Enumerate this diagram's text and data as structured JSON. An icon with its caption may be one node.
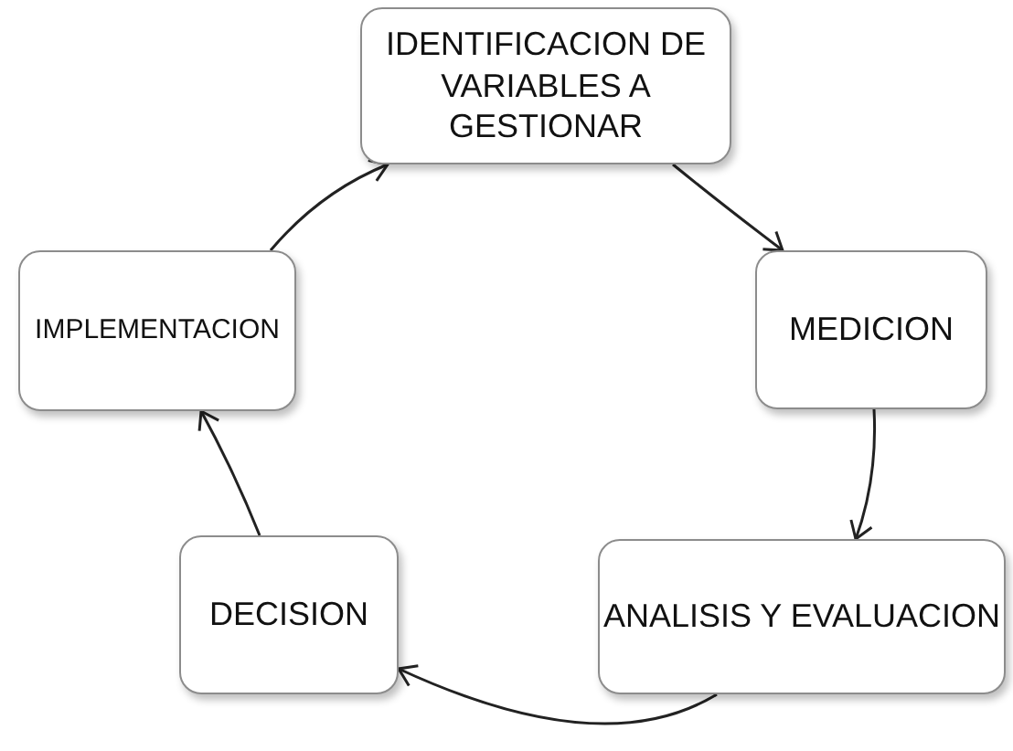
{
  "diagram": {
    "nodes": [
      {
        "text": [
          "IDENTIFICACION DE VARIABLES A GESTIONAR"
        ]
      },
      {
        "text": [
          "MEDICION"
        ]
      },
      {
        "text": [
          "ANALISIS Y EVALUACION"
        ]
      },
      {
        "text": [
          "DECISION"
        ]
      },
      {
        "text": [
          "IMPLEMENTACION"
        ]
      }
    ],
    "edges": [
      {
        "from": 0,
        "to": 1,
        "arrow": "to"
      },
      {
        "from": 1,
        "to": 2,
        "arrow": "to"
      },
      {
        "from": 2,
        "to": 3,
        "arrow": "to"
      },
      {
        "from": 3,
        "to": 4,
        "arrow": "to"
      },
      {
        "from": 4,
        "to": 0,
        "arrow": "to"
      }
    ]
  }
}
